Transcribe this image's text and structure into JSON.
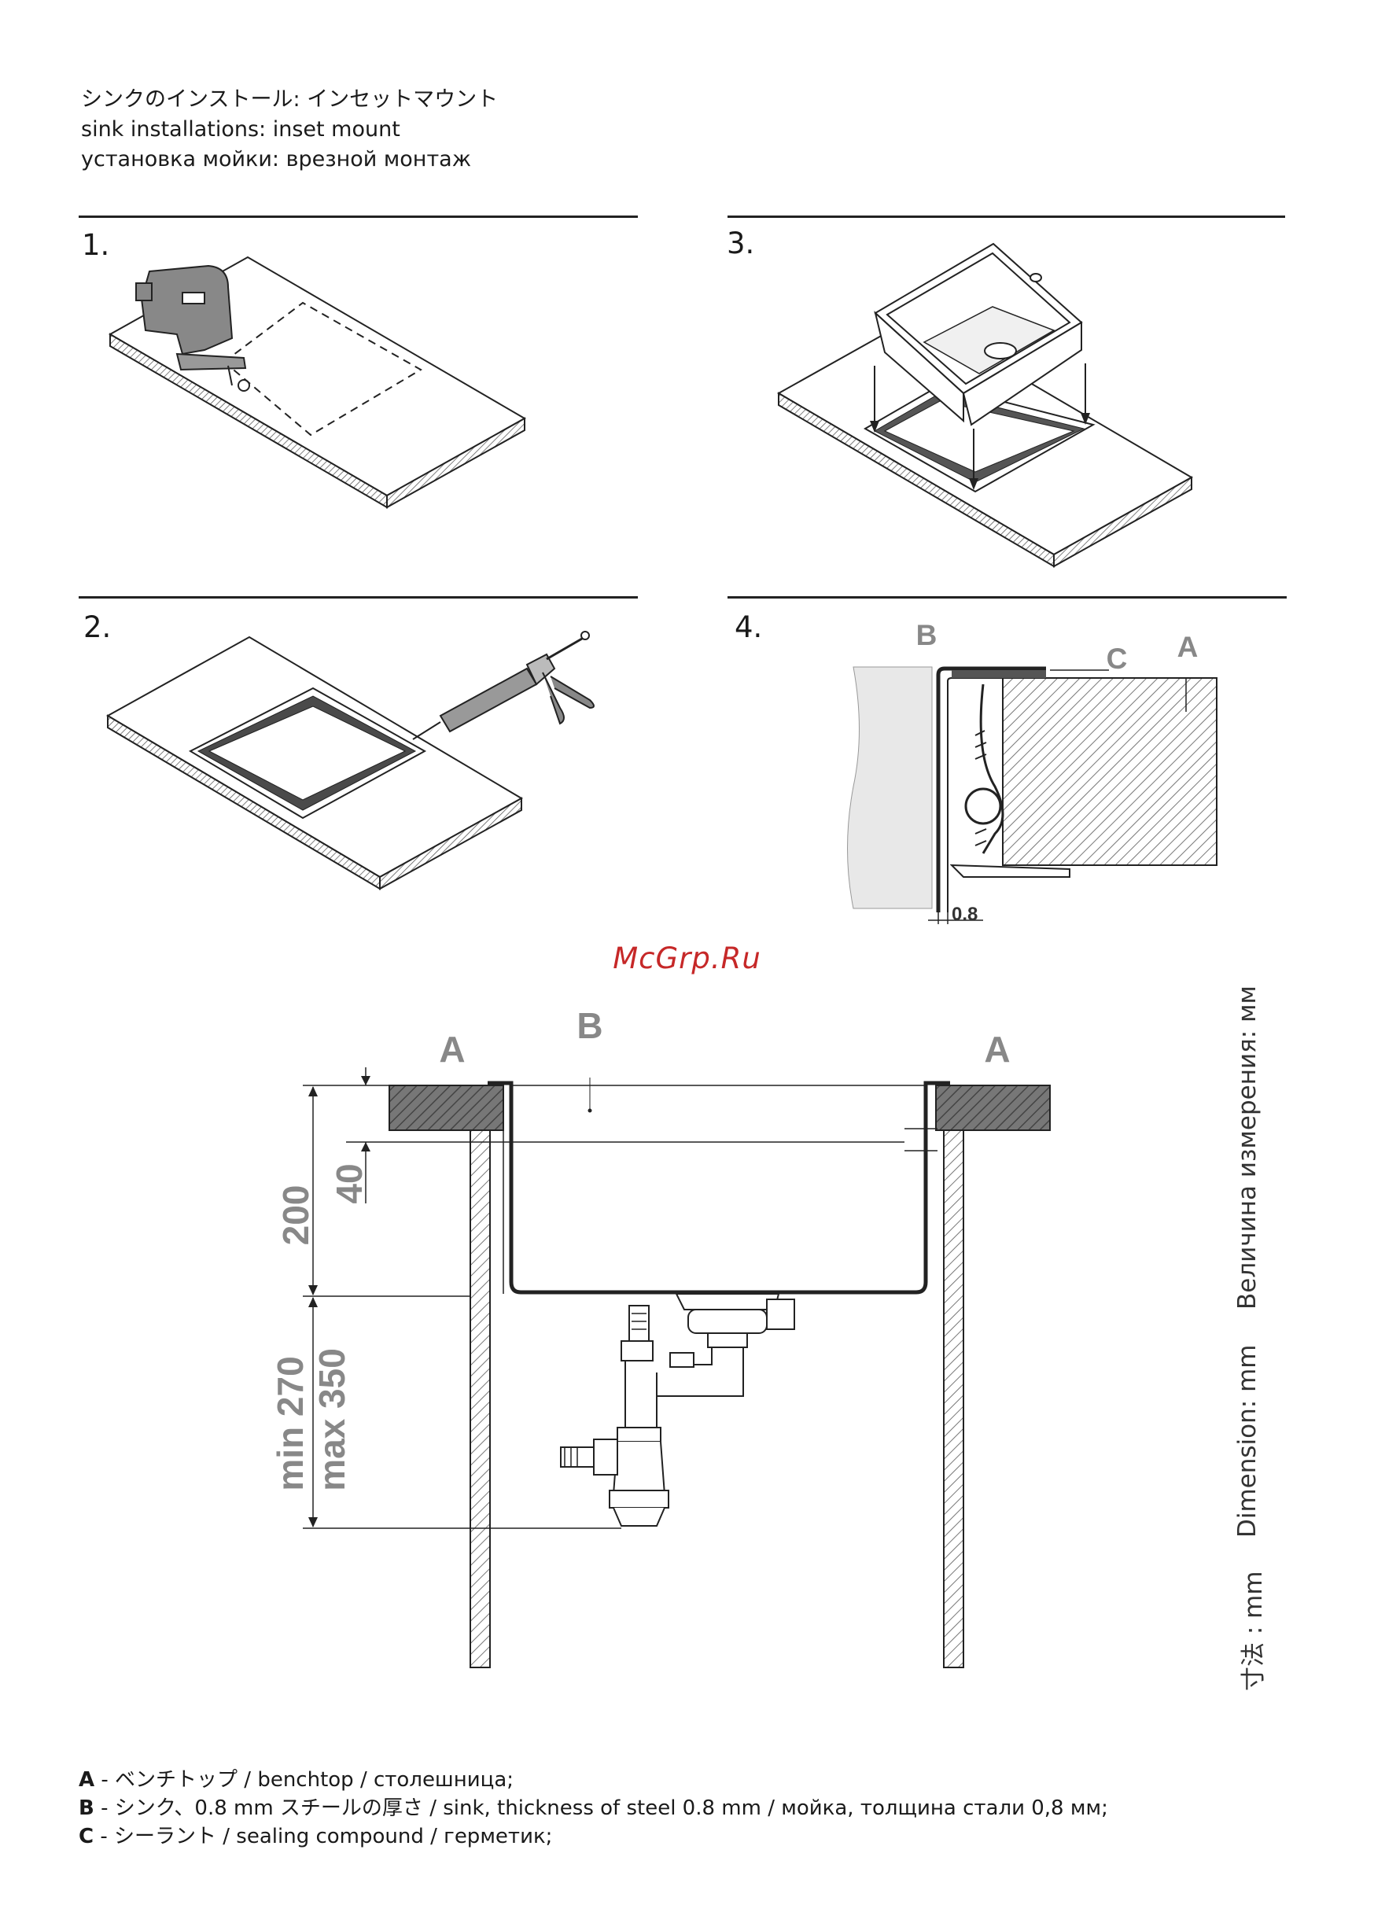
{
  "header": {
    "title_ja": "シンクのインストール: インセットマウント",
    "title_en": "sink installations: inset mount",
    "title_ru": "установка мойки: врезной монтаж"
  },
  "steps": {
    "s1": "1.",
    "s2": "2.",
    "s3": "3.",
    "s4": "4."
  },
  "detail": {
    "label_a": "A",
    "label_b": "B",
    "label_c": "C",
    "thickness": "0.8"
  },
  "watermark": "McGrp.Ru",
  "section": {
    "label_a_left": "A",
    "label_a_right": "A",
    "label_b": "B",
    "dim_200": "200",
    "dim_40": "40",
    "dim_min": "min 270",
    "dim_max": "max 350"
  },
  "units": {
    "ru": "Величина измерения: мм",
    "en": "Dimension: mm",
    "ja": "寸法 : mm"
  },
  "legend": [
    {
      "key": "A",
      "text": " - ベンチトップ  /  benchtop  /  столешница;"
    },
    {
      "key": "B",
      "text": " - シンク、0.8 mm スチールの厚さ  /  sink, thickness of steel 0.8 mm  /  мойка, толщина стали 0,8 мм;"
    },
    {
      "key": "C",
      "text": " - シーラント  /  sealing compound  /  герметик;"
    }
  ]
}
